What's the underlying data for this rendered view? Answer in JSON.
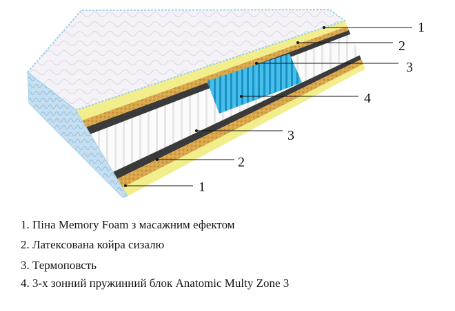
{
  "callouts": [
    {
      "number": "1"
    },
    {
      "number": "2"
    },
    {
      "number": "3"
    },
    {
      "number": "4"
    },
    {
      "number": "3"
    },
    {
      "number": "2"
    },
    {
      "number": "1"
    }
  ],
  "legend": [
    "1. Піна Memory Foam з масажним ефектом",
    "2. Латексована койра сизалю",
    "3. Термоповсть",
    "4. 3-х зонний пружинний блок Anatomic Multy Zone 3"
  ],
  "colors": {
    "foam_yellow": "#f2ee8c",
    "coir": "#d9a64a",
    "felt": "#3a3a3a",
    "spring_white": "#f4f4f4",
    "spring_blue": "#2aa8d8",
    "cover_top": "#f3f1f6",
    "cover_side": "#bcd9ec"
  }
}
